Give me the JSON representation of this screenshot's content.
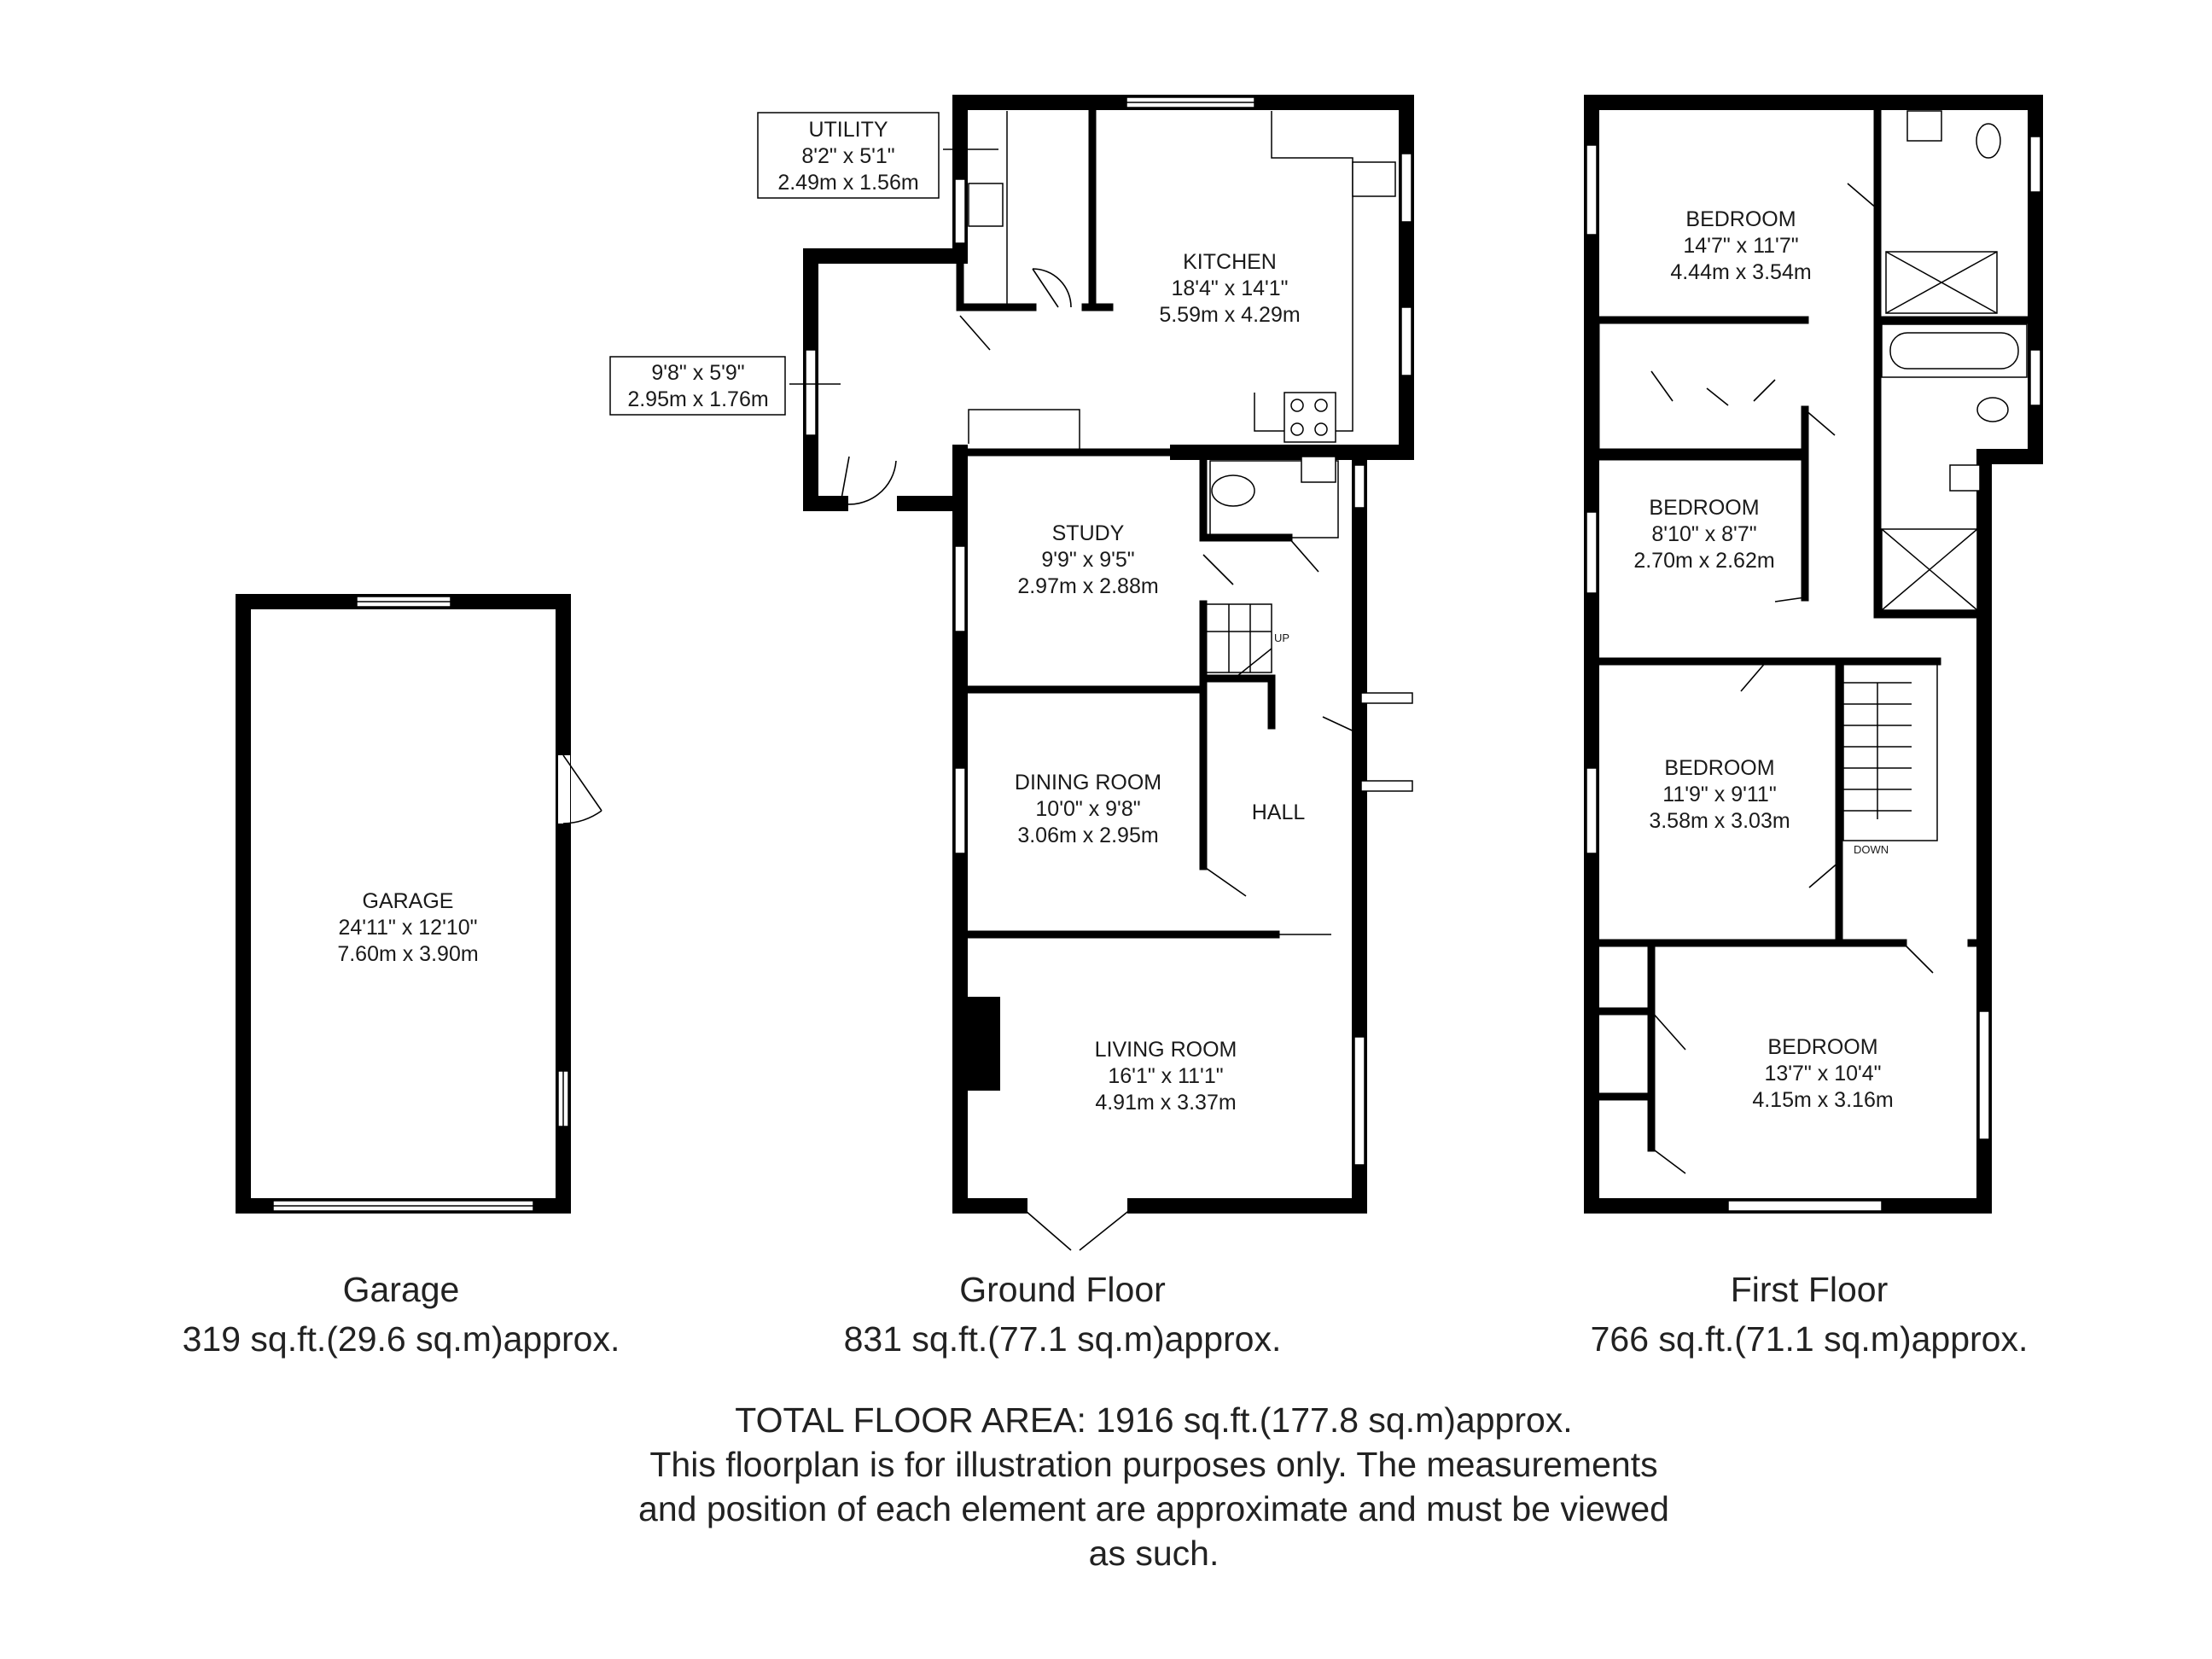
{
  "garage": {
    "room": {
      "name": "GARAGE",
      "imperial": "24'11\" x 12'10\"",
      "metric": "7.60m x 3.90m"
    },
    "caption": {
      "title": "Garage",
      "area": "319 sq.ft.(29.6 sq.m)approx."
    }
  },
  "ground_floor": {
    "utility": {
      "name": "UTILITY",
      "imperial": "8'2\" x 5'1\"",
      "metric": "2.49m x 1.56m"
    },
    "porch": {
      "imperial": "9'8\" x 5'9\"",
      "metric": "2.95m x 1.76m"
    },
    "kitchen": {
      "name": "KITCHEN",
      "imperial": "18'4\" x 14'1\"",
      "metric": "5.59m x 4.29m"
    },
    "study": {
      "name": "STUDY",
      "imperial": "9'9\" x 9'5\"",
      "metric": "2.97m x 2.88m"
    },
    "dining": {
      "name": "DINING ROOM",
      "imperial": "10'0\" x 9'8\"",
      "metric": "3.06m x 2.95m"
    },
    "hall": {
      "name": "HALL"
    },
    "living": {
      "name": "LIVING ROOM",
      "imperial": "16'1\" x 11'1\"",
      "metric": "4.91m x 3.37m"
    },
    "stairs_label": "UP",
    "caption": {
      "title": "Ground Floor",
      "area": "831 sq.ft.(77.1 sq.m)approx."
    }
  },
  "first_floor": {
    "bedroom1": {
      "name": "BEDROOM",
      "imperial": "14'7\" x 11'7\"",
      "metric": "4.44m x 3.54m"
    },
    "bedroom2": {
      "name": "BEDROOM",
      "imperial": "8'10\" x 8'7\"",
      "metric": "2.70m x 2.62m"
    },
    "bedroom3": {
      "name": "BEDROOM",
      "imperial": "11'9\" x 9'11\"",
      "metric": "3.58m x 3.03m"
    },
    "bedroom4": {
      "name": "BEDROOM",
      "imperial": "13'7\" x 10'4\"",
      "metric": "4.15m x 3.16m"
    },
    "stairs_label": "DOWN",
    "caption": {
      "title": "First Floor",
      "area": "766 sq.ft.(71.1 sq.m)approx."
    }
  },
  "footer": {
    "total": "TOTAL FLOOR AREA: 1916 sq.ft.(177.8 sq.m)approx.",
    "line1": "This floorplan is for illustration purposes only. The measurements",
    "line2": "and position of each element are approximate and must be viewed",
    "line3": "as such."
  }
}
